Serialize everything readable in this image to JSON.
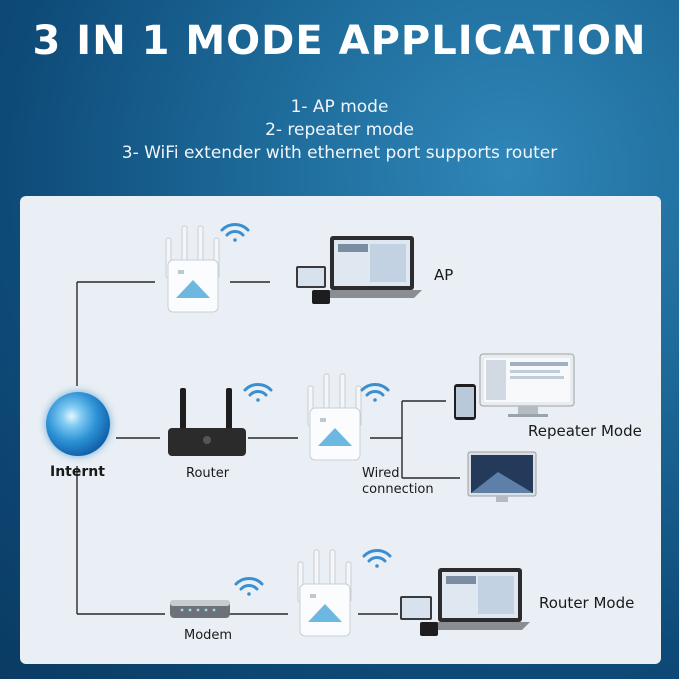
{
  "headline": "3 IN 1 MODE APPLICATION",
  "modes": [
    "1-  AP mode",
    "2- repeater mode",
    "3- WiFi extender with ethernet port supports router"
  ],
  "diagram": {
    "internet_label": "Internt",
    "router_label": "Router",
    "modem_label": "Modem",
    "wired_label_line1": "Wired",
    "wired_label_line2": "connection",
    "ap_label": "AP",
    "repeater_label": "Repeater Mode",
    "router_mode_label": "Router Mode"
  },
  "colors": {
    "accent_wifi": "#3a8fd0",
    "panel_bg": "#e9eff4",
    "line": "#2a2a2a"
  }
}
